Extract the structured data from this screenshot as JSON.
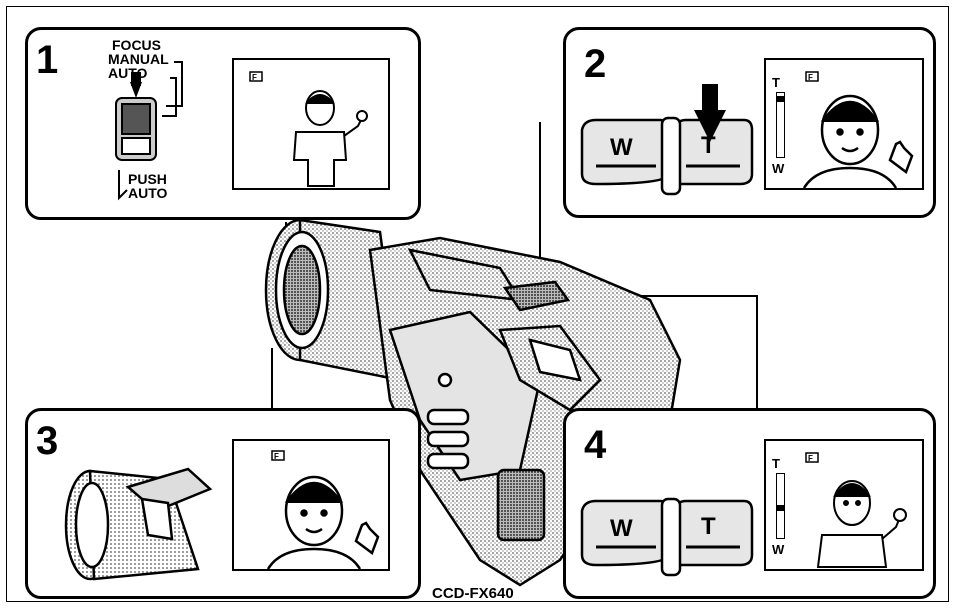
{
  "model_label": "CCD-FX640",
  "panels": [
    {
      "number": "1",
      "focus_label": "FOCUS",
      "manual_label": "MANUAL",
      "auto_label": "AUTO",
      "push_label": "PUSH",
      "push_auto_label": "AUTO"
    },
    {
      "number": "2",
      "wide_label": "W",
      "tele_label": "T",
      "bar_top": "T",
      "bar_bottom": "W",
      "zoom_level": 0.95
    },
    {
      "number": "3"
    },
    {
      "number": "4",
      "wide_label": "W",
      "tele_label": "T",
      "bar_top": "T",
      "bar_bottom": "W",
      "zoom_level": 0.45
    }
  ],
  "icons": [
    "focus-mode-icon",
    "camcorder-illustration",
    "person-figure-icon",
    "zoom-down-arrow-icon"
  ]
}
